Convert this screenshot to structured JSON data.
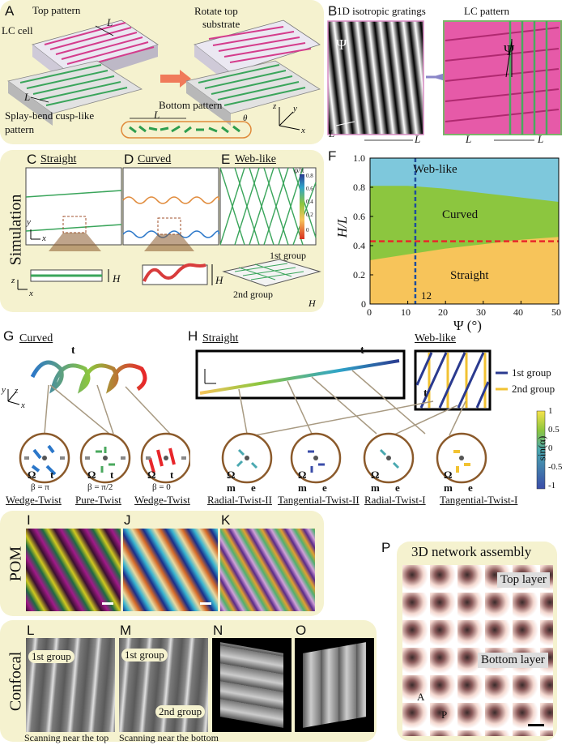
{
  "panels": {
    "A": {
      "letter": "A",
      "lc_cell": "LC cell",
      "top_pattern": "Top pattern",
      "rotate": "Rotate top",
      "substrate": "substrate",
      "bottom_pattern": "Bottom pattern",
      "splay1": "Splay-bend cusp-like",
      "splay2": "pattern",
      "L": "L",
      "theta": "θ",
      "z": "z",
      "y": "y",
      "x": "x"
    },
    "B": {
      "letter": "B",
      "gratings": "1D isotropic gratings",
      "lc_pattern": "LC pattern",
      "psi": "Ψ",
      "L": "L"
    },
    "simulation_tag": "Simulation",
    "C": {
      "letter": "C",
      "title": "Straight",
      "H": "H",
      "y": "y",
      "x": "x",
      "z": "z"
    },
    "D": {
      "letter": "D",
      "title": "Curved",
      "H": "H"
    },
    "E": {
      "letter": "E",
      "title": "Web-like",
      "first": "1st group",
      "second": "2nd group",
      "H": "H",
      "colorbar": [
        "0",
        "0.2",
        "0.4",
        "0.6",
        "0.8"
      ],
      "cb_label": "φ/π"
    },
    "F": {
      "letter": "F",
      "regions": {
        "web": "Web-like",
        "curved": "Curved",
        "straight": "Straight"
      },
      "marker": "12",
      "ylabel": "H/L",
      "xlabel": "Ψ (°)",
      "xticks": [
        "0",
        "10",
        "20",
        "30",
        "40",
        "50"
      ],
      "yticks": [
        "0",
        "0.2",
        "0.4",
        "0.6",
        "0.8",
        "1.0"
      ],
      "colors": {
        "web": "#7ec8dc",
        "curved": "#8cc63f",
        "straight": "#f7c45a",
        "hline": "#e8262a",
        "vline": "#1f4e9b"
      }
    },
    "G": {
      "letter": "G",
      "title": "Curved",
      "t": "t",
      "z": "z",
      "y": "y",
      "x": "x",
      "items": [
        {
          "beta": "β = π",
          "name": "Wedge-Twist"
        },
        {
          "beta": "β = π/2",
          "name": "Pure-Twist"
        },
        {
          "beta": "β = 0",
          "name": "Wedge-Twist"
        }
      ]
    },
    "H": {
      "letter": "H",
      "straight": "Straight",
      "weblike": "Web-like",
      "t": "t",
      "first": "1st group",
      "second": "2nd group",
      "items": [
        {
          "name": "Radial-Twist-II"
        },
        {
          "name": "Tangential-Twist-II"
        },
        {
          "name": "Radial-Twist-I"
        },
        {
          "name": "Tangential-Twist-I"
        }
      ],
      "omega": "Ω",
      "m": "m",
      "e": "e",
      "cb_label": "sin(α)",
      "colorbar": [
        "1",
        "0.5",
        "0",
        "-0.5",
        "-1"
      ]
    },
    "pom_tag": "POM",
    "I": {
      "letter": "I"
    },
    "J": {
      "letter": "J"
    },
    "K": {
      "letter": "K"
    },
    "confocal_tag": "Confocal",
    "L": {
      "letter": "L",
      "first": "1st group",
      "scan": "Scanning near the top"
    },
    "M": {
      "letter": "M",
      "first": "1st group",
      "second": "2nd group",
      "scan": "Scanning near the bottom"
    },
    "N": {
      "letter": "N"
    },
    "O": {
      "letter": "O"
    },
    "P": {
      "letter": "P",
      "title": "3D network assembly",
      "top": "Top layer",
      "bottom": "Bottom layer",
      "A": "A",
      "Pp": "P"
    }
  }
}
